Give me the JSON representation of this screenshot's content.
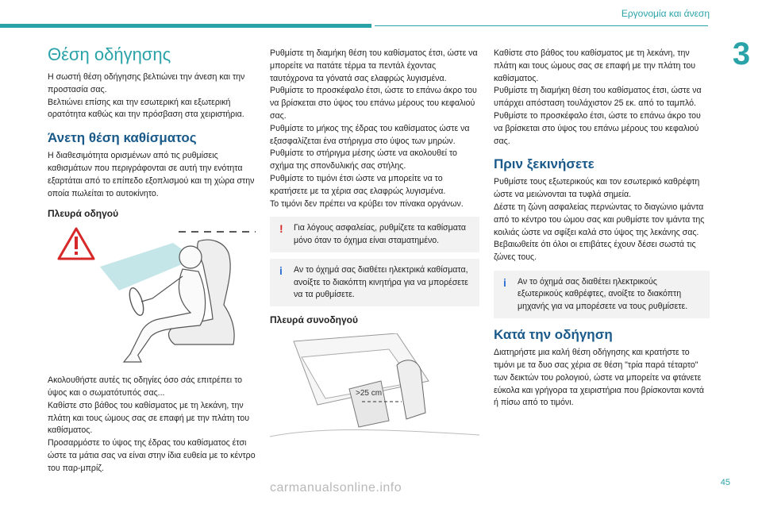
{
  "header": {
    "title": "Εργονομία και άνεση",
    "chapter": "3",
    "page": "45"
  },
  "watermark": "carmanualsonline.info",
  "col1": {
    "title": "Θέση οδήγησης",
    "intro": [
      "Η σωστή θέση οδήγησης βελτιώνει την άνεση και την προστασία σας.",
      "Βελτιώνει επίσης και την εσωτερική και εξωτερική ορατότητα καθώς και την πρόσβαση στα χειριστήρια."
    ],
    "heading2": "Άνετη θέση καθίσματος",
    "para2": "Η διαθεσιμότητα ορισμένων από τις ρυθμίσεις καθισμάτων που περιγράφονται σε αυτή την ενότητα εξαρτάται από το επίπεδο εξοπλισμού και τη χώρα στην οποία πωλείται το αυτοκίνητο.",
    "heading3": "Πλευρά οδηγού",
    "after_figure": [
      "Ακολουθήστε αυτές τις οδηγίες όσο σάς επιτρέπει το ύψος και ο σωματότυπός σας...",
      "Καθίστε στο βάθος του καθίσματος με τη λεκάνη, την πλάτη και τους ώμους σας σε επαφή με την πλάτη του καθίσματος.",
      "Προσαρμόστε το ύψος της έδρας του καθίσματος έτσι ώστε τα μάτια σας να είναι στην ίδια ευθεία με το κέντρο του παρ-μπρίζ."
    ]
  },
  "col2": {
    "paras": [
      "Ρυθμίστε τη διαμήκη θέση του καθίσματος έτσι, ώστε να μπορείτε να πατάτε τέρμα τα πεντάλ έχοντας ταυτόχρονα τα γόνατά σας ελαφρώς λυγισμένα.",
      "Ρυθμίστε το προσκέφαλο έτσι, ώστε το επάνω άκρο του να βρίσκεται στο ύψος του επάνω μέρους του κεφαλιού σας.",
      "Ρυθμίστε το μήκος της έδρας του καθίσματος ώστε να εξασφαλίζεται ένα στήριγμα στο ύψος των μηρών.",
      "Ρυθμίστε το στήριγμα μέσης ώστε να ακολουθεί το σχήμα της σπονδυλικής σας στήλης.",
      "Ρυθμίστε το τιμόνι έτσι ώστε να μπορείτε να το κρατήσετε με τα χέρια σας ελαφρώς λυγισμένα.",
      "Το τιμόνι δεν πρέπει να κρύβει τον πίνακα οργάνων."
    ],
    "warning": "Για λόγους ασφαλείας, ρυθμίζετε τα καθίσματα μόνο όταν το όχημα είναι σταματημένο.",
    "info": "Αν το όχημά σας διαθέτει ηλεκτρικά καθίσματα, ανοίξτε το διακόπτη κινητήρα για να μπορέσετε να τα ρυθμίσετε.",
    "heading": "Πλευρά συνοδηγού",
    "figure_label": ">25 cm"
  },
  "col3": {
    "paras1": [
      "Καθίστε στο βάθος του καθίσματος με τη λεκάνη, την πλάτη και τους ώμους σας σε επαφή με την πλάτη του καθίσματος.",
      "Ρυθμίστε τη διαμήκη θέση του καθίσματος έτσι, ώστε να υπάρχει απόσταση τουλάχιστον 25 εκ. από το ταμπλό.",
      "Ρυθμίστε το προσκέφαλο έτσι, ώστε το επάνω άκρο του να βρίσκεται στο ύψος του επάνω μέρους του κεφαλιού σας."
    ],
    "heading1": "Πριν ξεκινήσετε",
    "paras2": [
      "Ρυθμίστε τους εξωτερικούς και τον εσωτερικό καθρέφτη ώστε να μειώνονται τα τυφλά σημεία.",
      "Δέστε τη ζώνη ασφαλείας περνώντας το διαγώνιο ιμάντα από το κέντρο του ώμου σας και ρυθμίστε τον ιμάντα της κοιλιάς ώστε να σφίξει καλά στο ύψος της λεκάνης σας.",
      "Βεβαιωθείτε ότι όλοι οι επιβάτες έχουν δέσει σωστά τις ζώνες τους."
    ],
    "info": "Αν το όχημά σας διαθέτει ηλεκτρικούς εξωτερικούς καθρέφτες, ανοίξτε το διακόπτη μηχανής για να μπορέσετε να τους ρυθμίσετε.",
    "heading2": "Κατά την οδήγηση",
    "para3": "Διατηρήστε μια καλή θέση οδήγησης και κρατήστε το τιμόνι με τα δυο σας χέρια σε θέση \"τρία παρά τέταρτο\" των δεικτών του ρολογιού, ώστε να μπορείτε να φτάνετε εύκολα και γρήγορα τα χειριστήρια που βρίσκονται κοντά ή πίσω από το τιμόνι."
  },
  "colors": {
    "accent": "#2aa3a8",
    "heading": "#1a5a8a",
    "warning": "#d62828",
    "info": "#2f6fd0"
  }
}
